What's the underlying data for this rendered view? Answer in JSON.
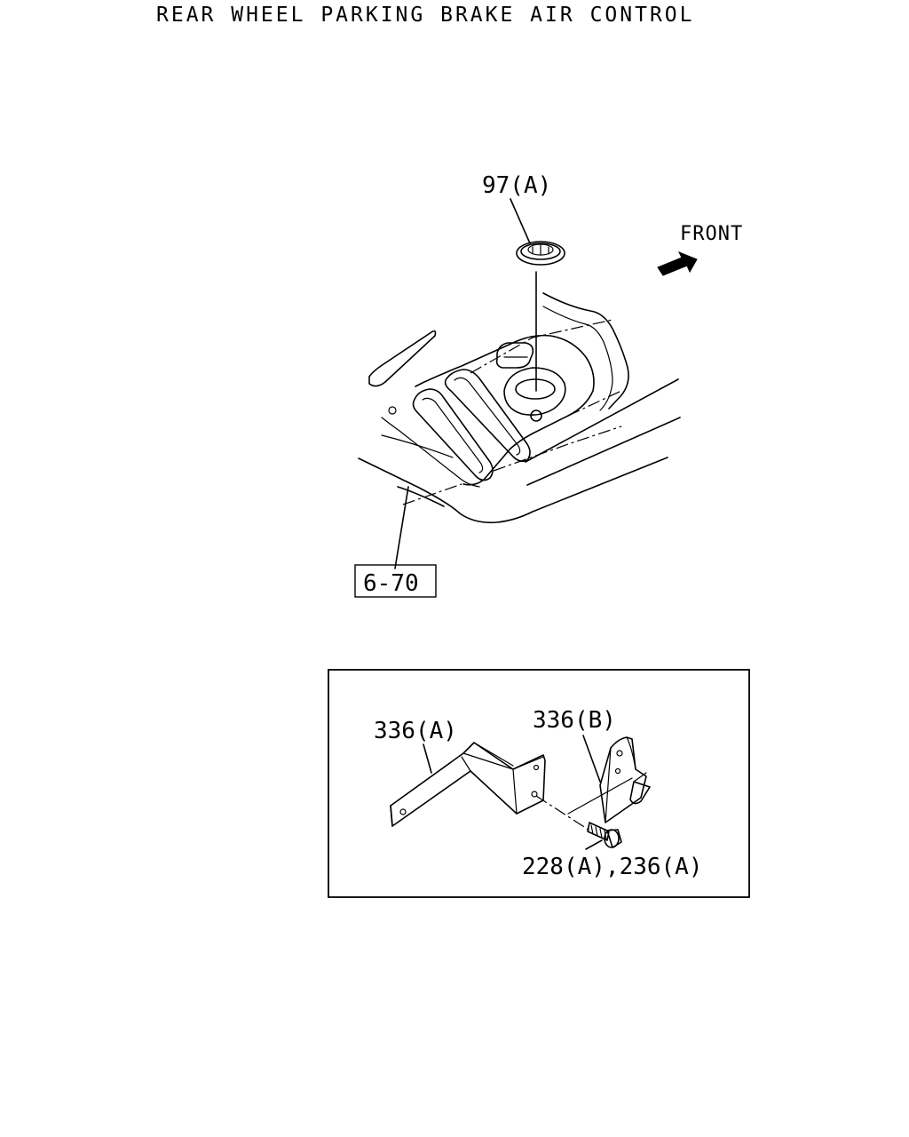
{
  "page": {
    "title": "REAR WHEEL PARKING BRAKE AIR CONTROL"
  },
  "diagram": {
    "labels": {
      "grommet": "97(A)",
      "front": "FRONT",
      "floor_ref": "6-70",
      "bracket_a": "336(A)",
      "bracket_b": "336(B)",
      "bolt": "228(A),236(A)"
    }
  }
}
